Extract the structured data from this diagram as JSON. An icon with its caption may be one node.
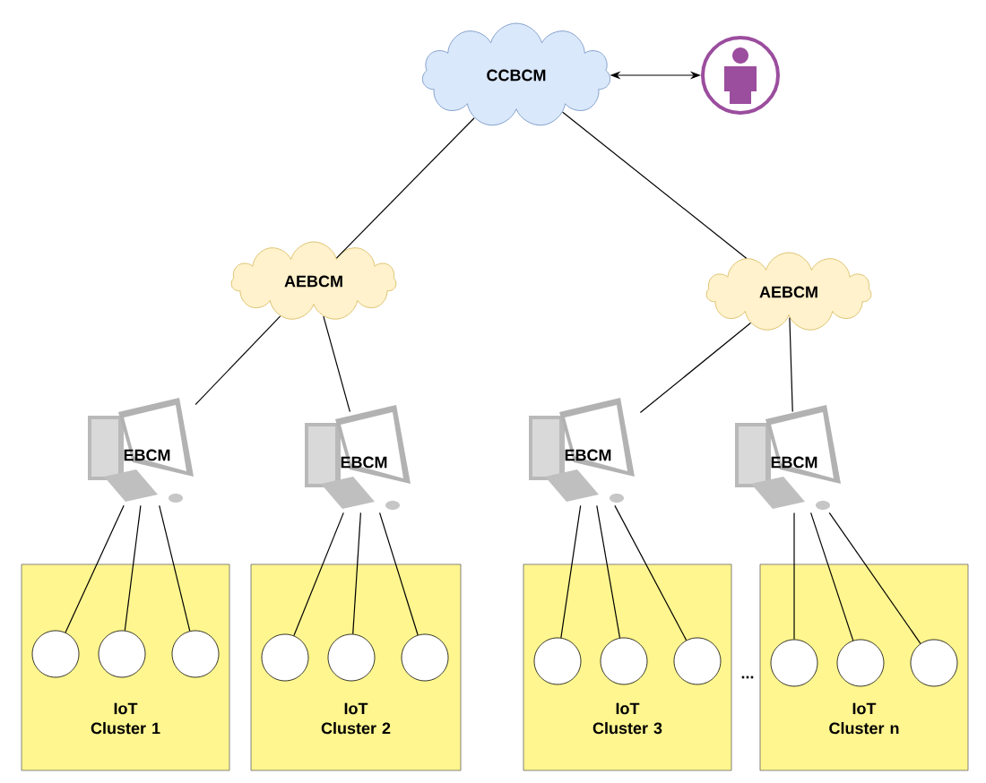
{
  "diagram": {
    "nodes": [
      {
        "text": [
          "CCBCM"
        ]
      },
      {
        "text": [],
        "shape": "person"
      },
      {
        "text": [
          "AEBCM"
        ]
      },
      {
        "text": [
          "AEBCM"
        ]
      },
      {
        "text": [
          "EBCM"
        ]
      },
      {
        "text": [
          "EBCM"
        ]
      },
      {
        "text": [
          "EBCM"
        ]
      },
      {
        "text": [
          "EBCM"
        ]
      },
      {
        "text": [
          "IoT Cluster 1"
        ]
      },
      {
        "text": [],
        "shape": "circle",
        "in": 8
      },
      {
        "text": [],
        "shape": "circle",
        "in": 8
      },
      {
        "text": [],
        "shape": "circle",
        "in": 8
      },
      {
        "text": [
          "IoT Cluster 2"
        ]
      },
      {
        "text": [],
        "shape": "circle",
        "in": 12
      },
      {
        "text": [],
        "shape": "circle",
        "in": 12
      },
      {
        "text": [],
        "shape": "circle",
        "in": 12
      },
      {
        "text": [
          "IoT Cluster 3"
        ]
      },
      {
        "text": [],
        "shape": "circle",
        "in": 16
      },
      {
        "text": [],
        "shape": "circle",
        "in": 16
      },
      {
        "text": [],
        "shape": "circle",
        "in": 16
      },
      {
        "text": [
          "IoT Cluster n"
        ]
      },
      {
        "text": [],
        "shape": "circle",
        "in": 20
      },
      {
        "text": [],
        "shape": "circle",
        "in": 20
      },
      {
        "text": [],
        "shape": "circle",
        "in": 20
      }
    ],
    "edges": [
      {
        "from": 0,
        "to": 1,
        "arrow": "both"
      },
      {
        "from": 0,
        "to": 2,
        "arrow": "none"
      },
      {
        "from": 0,
        "to": 3,
        "arrow": "none"
      },
      {
        "from": 2,
        "to": 4,
        "arrow": "none"
      },
      {
        "from": 2,
        "to": 5,
        "arrow": "none"
      },
      {
        "from": 3,
        "to": 6,
        "arrow": "none"
      },
      {
        "from": 3,
        "to": 7,
        "arrow": "none"
      },
      {
        "from": 4,
        "to": 9,
        "arrow": "none"
      },
      {
        "from": 4,
        "to": 10,
        "arrow": "none"
      },
      {
        "from": 4,
        "to": 11,
        "arrow": "none"
      },
      {
        "from": 5,
        "to": 13,
        "arrow": "none"
      },
      {
        "from": 5,
        "to": 14,
        "arrow": "none"
      },
      {
        "from": 5,
        "to": 15,
        "arrow": "none"
      },
      {
        "from": 6,
        "to": 17,
        "arrow": "none"
      },
      {
        "from": 6,
        "to": 18,
        "arrow": "none"
      },
      {
        "from": 6,
        "to": 19,
        "arrow": "none"
      },
      {
        "from": 7,
        "to": 21,
        "arrow": "none"
      },
      {
        "from": 7,
        "to": 22,
        "arrow": "none"
      },
      {
        "from": 7,
        "to": 23,
        "arrow": "none"
      }
    ],
    "labels": [
      "..."
    ]
  }
}
